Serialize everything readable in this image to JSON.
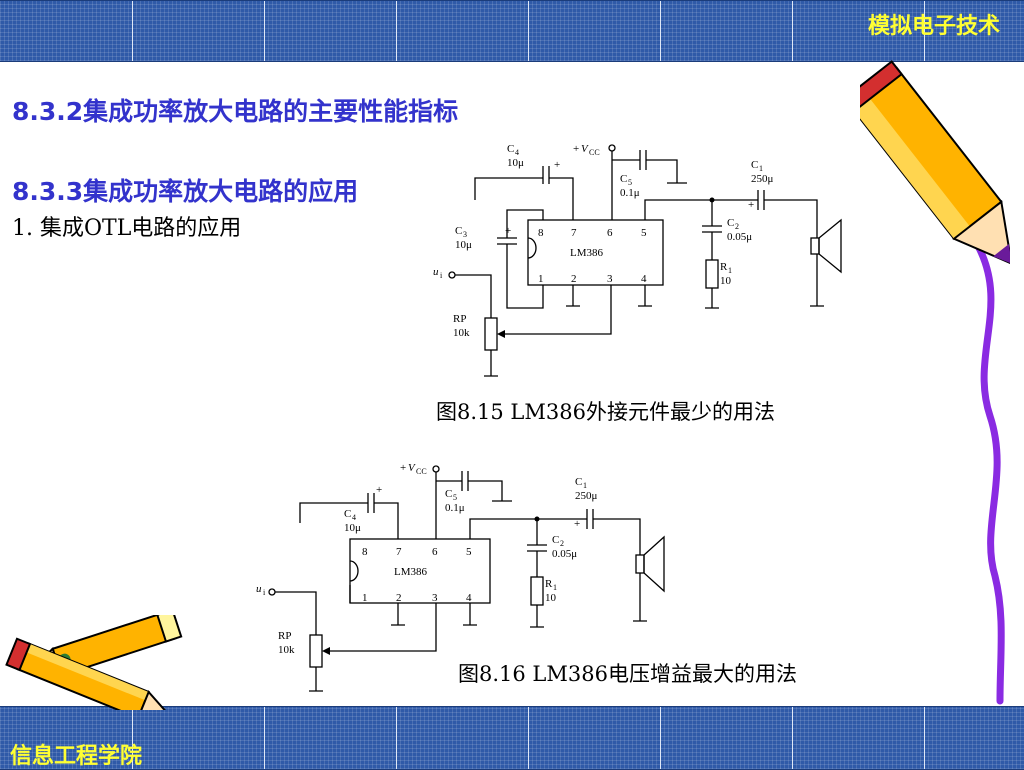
{
  "header": {
    "course_title": "模拟电子技术"
  },
  "footer": {
    "school_name": "信息工程学院"
  },
  "content": {
    "heading_1": "8.3.2集成功率放大电路的主要性能指标",
    "heading_2": "8.3.3集成功率放大电路的应用",
    "subheading": "1. 集成OTL电路的应用"
  },
  "figure_1": {
    "caption": "图8.15 LM386外接元件最少的用法",
    "ic": "LM386",
    "pins_top": [
      "8",
      "7",
      "6",
      "5"
    ],
    "pins_bottom": [
      "1",
      "2",
      "3",
      "4"
    ],
    "c4_name": "C",
    "c4_sub": "4",
    "c4_val": "10μ",
    "c3_name": "C",
    "c3_sub": "3",
    "c3_val": "10μ",
    "c5_name": "C",
    "c5_sub": "5",
    "c5_val": "0.1μ",
    "c1_name": "C",
    "c1_sub": "1",
    "c1_val": "250μ",
    "c2_name": "C",
    "c2_sub": "2",
    "c2_val": "0.05μ",
    "r1_name": "R",
    "r1_sub": "1",
    "r1_val": "10",
    "rp_name": "RP",
    "rp_val": "10k",
    "vcc_plus": "+",
    "vcc_v": "V",
    "vcc_sub": "CC",
    "ui": "u",
    "ui_sub": "i",
    "plus": "+"
  },
  "figure_2": {
    "caption": "图8.16  LM386电压增益最大的用法",
    "ic": "LM386",
    "pins_top": [
      "8",
      "7",
      "6",
      "5"
    ],
    "pins_bottom": [
      "1",
      "2",
      "3",
      "4"
    ],
    "c4_name": "C",
    "c4_sub": "4",
    "c4_val": "10μ",
    "c5_name": "C",
    "c5_sub": "5",
    "c5_val": "0.1μ",
    "c1_name": "C",
    "c1_sub": "1",
    "c1_val": "250μ",
    "c2_name": "C",
    "c2_sub": "2",
    "c2_val": "0.05μ",
    "r1_name": "R",
    "r1_sub": "1",
    "r1_val": "10",
    "rp_name": "RP",
    "rp_val": "10k",
    "vcc_plus": "+",
    "vcc_v": "V",
    "vcc_sub": "CC",
    "ui": "u",
    "ui_sub": "i",
    "plus": "+"
  },
  "decor": {
    "icons": [
      "pencil-icon",
      "pencils-icon"
    ]
  },
  "colors": {
    "band": "#2f5aa8",
    "band_text": "#ffff33",
    "heading": "#3333cc"
  }
}
